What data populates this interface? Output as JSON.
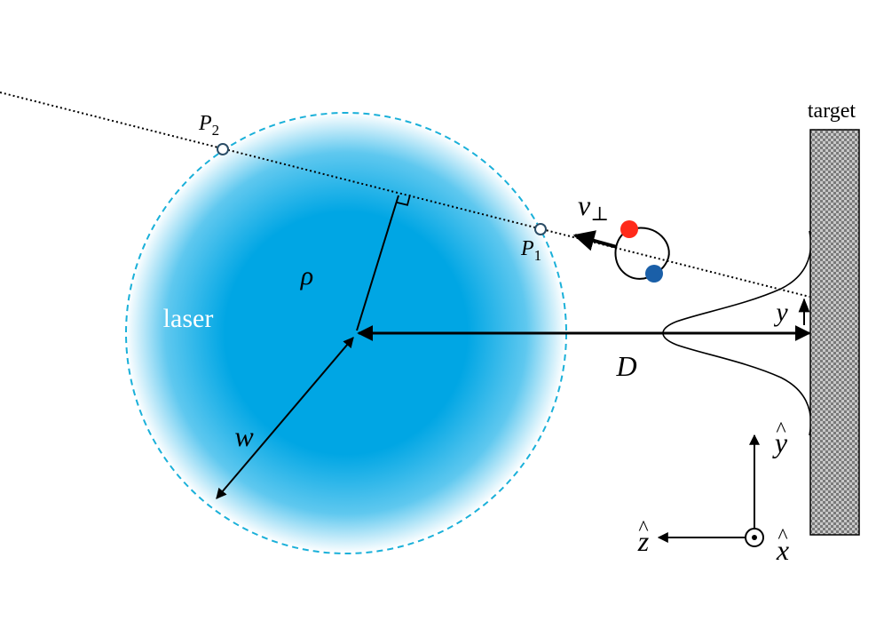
{
  "labels": {
    "target": "target",
    "laser": "laser",
    "rho": "ρ",
    "w": "w",
    "D": "D",
    "y": "y",
    "v_perp_main": "v",
    "v_perp_sub": "⊥",
    "p1_main": "P",
    "p1_sub": "1",
    "p2_main": "P",
    "p2_sub": "2",
    "axis_y": "y",
    "axis_z": "z",
    "axis_x": "x",
    "hat": "^"
  },
  "colors": {
    "laser_core": "#00a6e4",
    "laser_edge": "#ffffff",
    "circle_dash": "#1ab0d9",
    "atom_red": "#ff2a1a",
    "atom_blue": "#1a5fa8",
    "target_fill": "#8f8f8f"
  },
  "icons": {
    "x_axis": "circle-dot-icon",
    "atom": "two-body-atom-icon"
  }
}
